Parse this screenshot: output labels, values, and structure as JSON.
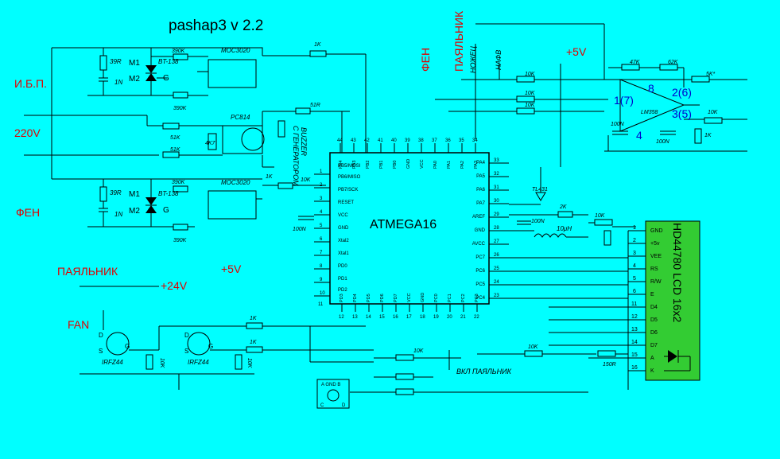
{
  "title": "pashap3 v 2.2",
  "colors": {
    "background": "#00ffff",
    "title": "#00a0a0",
    "power": "#e00000",
    "opamp_pins": "#0000cc",
    "lcd": "#33cc33",
    "lcd_text": "#ffffff"
  },
  "labels": {
    "ibp": "И.Б.П.",
    "v220": "220V",
    "fen_left": "ФЕН",
    "fen_top": "ФЕН",
    "payalnik_top": "ПАЯЛЬНИК",
    "payalnik_left": "ПАЯЛЬНИК",
    "fan": "FAN",
    "p5v_top": "+5V",
    "p5v_left": "+5V",
    "p24v": "+24V",
    "nozh": "НОЖЕЦ",
    "nafv": "НАФВ",
    "vkl_pay": "ВКЛ ПАЯЛЬНИК",
    "buzzer": "BUZZER",
    "gen": "С ГЕНЕРАТОРОМ"
  },
  "mcu": {
    "name": "ATMEGA16",
    "top_pins": [
      "44",
      "43",
      "42",
      "41",
      "40",
      "39",
      "38",
      "37",
      "36",
      "35",
      "34"
    ],
    "top_labels": [
      "PB4",
      "PB3",
      "PB2",
      "PB1",
      "PB0",
      "GND",
      "VCC",
      "PA0",
      "PA1",
      "PA2",
      "PA3"
    ],
    "left_pins": [
      "1",
      "2",
      "3",
      "4",
      "5",
      "6",
      "7",
      "8",
      "9",
      "10",
      "11"
    ],
    "left_labels": [
      "PB5/MOSI",
      "PB6/MISO",
      "PB7/SCK",
      "RESET",
      "VCC",
      "GND",
      "Xtal2",
      "Xtal1",
      "PD0",
      "PD1",
      "PD2"
    ],
    "right_pins": [
      "33",
      "32",
      "31",
      "30",
      "29",
      "28",
      "27",
      "26",
      "25",
      "24",
      "23"
    ],
    "right_labels": [
      "PA4",
      "PA5",
      "PA6",
      "PA7",
      "AREF",
      "GND",
      "AVCC",
      "PC7",
      "PC6",
      "PC5",
      "PC4"
    ],
    "bottom_pins": [
      "12",
      "13",
      "14",
      "15",
      "16",
      "17",
      "18",
      "19",
      "20",
      "21",
      "22"
    ],
    "bottom_labels": [
      "PD3",
      "PD4",
      "PD5",
      "PD6",
      "PD7",
      "VCC",
      "GND",
      "PC0",
      "PC1",
      "PC2",
      "PC3"
    ]
  },
  "lcd": {
    "name": "HD44780 LCD 16x2",
    "pin_labels": [
      "GND",
      "+5v",
      "VEE",
      "RS",
      "R/W",
      "E",
      "D4",
      "D5",
      "D6",
      "D7",
      "A",
      "K"
    ],
    "pin_numbers": [
      "1",
      "2",
      "3",
      "4",
      "5",
      "6",
      "11",
      "12",
      "13",
      "14",
      "15",
      "16"
    ]
  },
  "components": {
    "r39r_1": "39R",
    "c1n_1": "1N",
    "m1_1": "M1",
    "m2_1": "M2",
    "bt1": "BT-138",
    "g1": "G",
    "r390k_1": "390K",
    "r390k_2": "390K",
    "moc1": "MOC3020",
    "r51k_1": "51K",
    "r51k_2": "51K",
    "r4k7": "4K7",
    "pc814": "PC814",
    "r51r": "51R",
    "r1k_top": "1K",
    "r39r_2": "39R",
    "c1n_2": "1N",
    "m1_2": "M1",
    "m2_2": "M2",
    "bt2": "BT-138",
    "g2": "G",
    "r390k_3": "390K",
    "r390k_4": "390K",
    "moc2": "MOC3020",
    "r1k_mid": "1K",
    "r10k_reset": "10K",
    "c100n_mcu": "100N",
    "q1": "IRFZ44",
    "q2": "IRFZ44",
    "r1k_q1": "1K",
    "r1k_q2": "1K",
    "r10k_q1": "10K",
    "r10k_q2": "10K",
    "d1": "D",
    "g_q1": "G",
    "s1": "S",
    "d2": "D",
    "g_q2": "G",
    "s2": "S",
    "r10k_a": "10K",
    "r10k_b": "10K",
    "r10k_c": "10K",
    "r10k_d": "10K",
    "r47k": "47K",
    "r62k": "62K",
    "r5k": "5K*",
    "r10k_oa": "10K",
    "r1k_oa": "1K",
    "c100n_oa1": "100N",
    "c100n_oa2": "100N",
    "lm358": "LM358",
    "op_pin8": "8",
    "op_pin4": "4",
    "op_in": "1(7)",
    "op_p2": "2(6)",
    "op_p3": "3(5)",
    "tl431": "TL431",
    "r2k": "2K",
    "c100n_aref": "100N",
    "l10uh": "10μH",
    "r10k_vee": "10K",
    "r10k_pc": "10K",
    "r150r": "150R",
    "enc_top": "A GND B",
    "enc_c": "C",
    "enc_d": "D"
  }
}
